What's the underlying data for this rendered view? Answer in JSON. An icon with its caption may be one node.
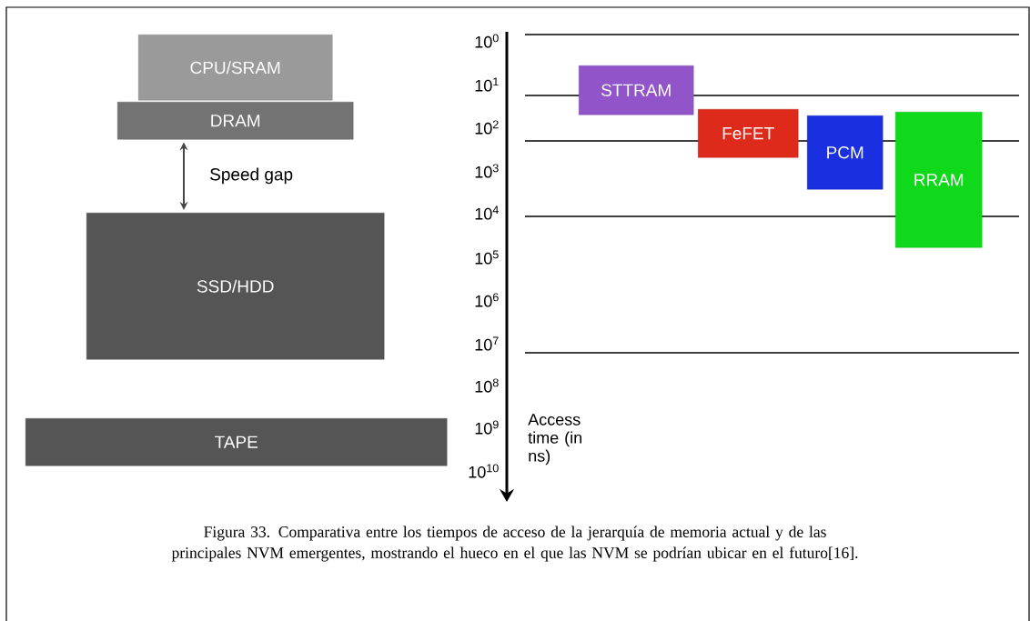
{
  "diagram": {
    "caption": "Figura 33. Comparativa entre los tiempos de acceso de la jerarquía de memoria actual y de las principales NVM emergentes, mostrando el hueco en el que las NVM se podrían ubicar en el futuro[16].",
    "nodes": [
      {
        "text": [
          "CPU/SRAM"
        ]
      },
      {
        "text": [
          "DRAM"
        ]
      },
      {
        "text": [
          "SSD/HDD"
        ]
      },
      {
        "text": [
          "TAPE"
        ]
      },
      {
        "text": [
          "STTRAM"
        ]
      },
      {
        "text": [
          "FeFET"
        ]
      },
      {
        "text": [
          "PCM"
        ]
      },
      {
        "text": [
          "RRAM"
        ]
      }
    ],
    "edges": [
      {
        "from": 1,
        "to": 2,
        "arrow": "both",
        "label": "Speed gap"
      }
    ],
    "labels": [
      "10$^{0}$",
      "10$^{1}$",
      "10$^{2}$",
      "10$^{3}$",
      "10$^{4}$",
      "10$^{5}$",
      "10$^{6}$",
      "10$^{7}$",
      "10$^{8}$",
      "10$^{9}$",
      "10$^{10}$",
      "Access time (in ns)"
    ]
  }
}
